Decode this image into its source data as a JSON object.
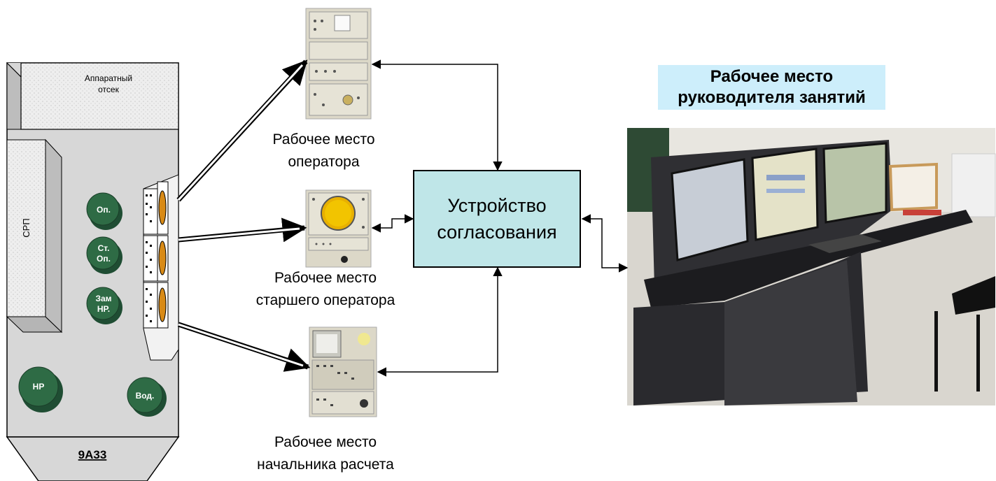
{
  "vehicle": {
    "name": "9А33",
    "compartment_line1": "Аппаратный",
    "compartment_line2": "отсек",
    "srp": "СРП",
    "seats": [
      {
        "line1": "Оп.",
        "line2": ""
      },
      {
        "line1": "Ст.",
        "line2": "Оп."
      },
      {
        "line1": "Зам",
        "line2": "НР."
      },
      {
        "line1": "НР",
        "line2": ""
      },
      {
        "line1": "Вод.",
        "line2": ""
      }
    ]
  },
  "workstations": {
    "operator": {
      "line1": "Рабочее место",
      "line2": "оператора"
    },
    "senior_operator": {
      "line1": "Рабочее место",
      "line2": "старшего оператора"
    },
    "crew_chief": {
      "line1": "Рабочее место",
      "line2": "начальника расчета"
    }
  },
  "interface_device": {
    "line1": "Устройство",
    "line2": "согласования"
  },
  "instructor": {
    "line1": "Рабочее место",
    "line2": "руководителя занятий"
  },
  "colors": {
    "seat_fill": "#2e6b45",
    "device_fill": "#bfe6e8",
    "title_fill": "#cdeefb",
    "console_dark": "#2f2f33",
    "panel_beige": "#dcd8c8",
    "scope_orange": "#e8b000"
  }
}
